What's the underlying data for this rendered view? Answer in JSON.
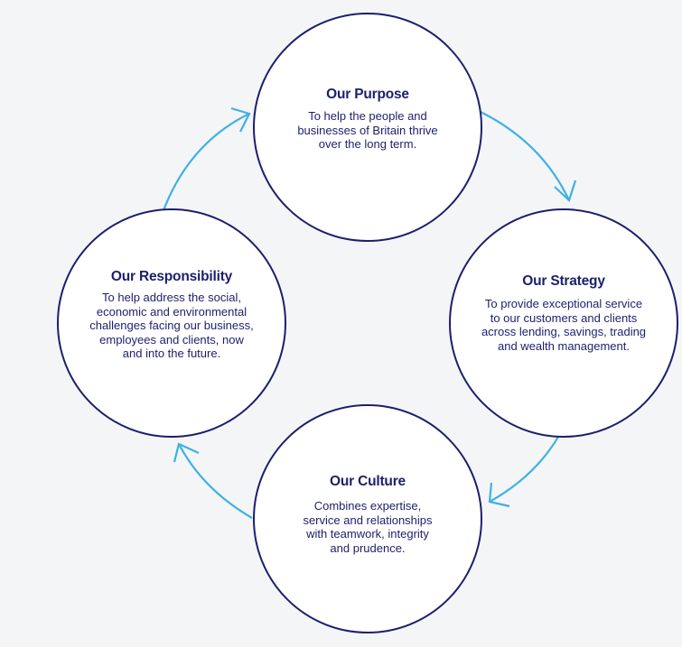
{
  "diagram": {
    "nodes": [
      {
        "title": "Our Purpose",
        "body": "To help the people and\nbusinesses of Britain thrive\nover the long term."
      },
      {
        "title": "Our Strategy",
        "body": "To provide exceptional service\nto our customers and clients\nacross lending, savings, trading\nand wealth management."
      },
      {
        "title": "Our Culture",
        "body": "Combines expertise,\nservice and relationships\nwith teamwork, integrity\nand prudence."
      },
      {
        "title": "Our Responsibility",
        "body": "To help address the social,\neconomic and environmental\nchallenges facing our business,\nemployees and clients, now\nand into the future."
      }
    ],
    "colors": {
      "circle_border": "#1c1f6b",
      "text": "#1c1f6b",
      "arrow": "#3fb1e3",
      "background": "#f4f5f7"
    }
  }
}
